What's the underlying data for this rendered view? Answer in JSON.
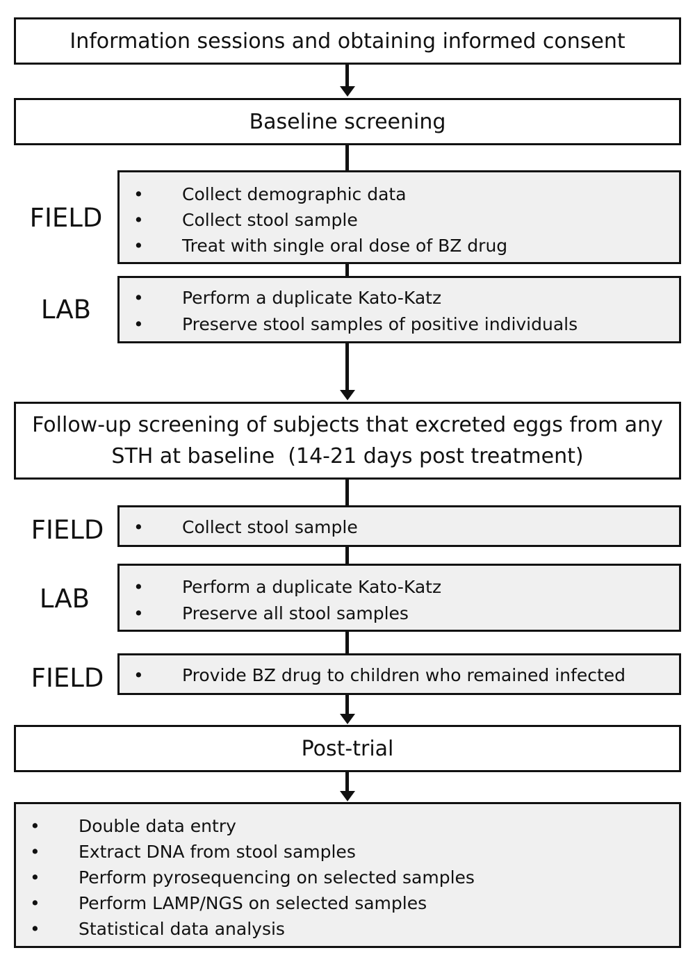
{
  "steps": {
    "consent": "Information sessions and obtaining informed consent",
    "baseline": "Baseline screening",
    "followup_line1": "Follow-up screening of subjects that excreted eggs from any",
    "followup_line2": "STH at baseline  (14-21 days post treatment)",
    "posttrial": "Post-trial"
  },
  "baseline": {
    "field_label": "FIELD",
    "field_items": [
      "Collect demographic data",
      "Collect stool sample",
      "Treat with single oral dose of BZ drug"
    ],
    "lab_label": "LAB",
    "lab_items": [
      "Perform a duplicate Kato-Katz",
      "Preserve stool samples of positive individuals"
    ]
  },
  "followup": {
    "field_label": "FIELD",
    "field_items": [
      "Collect stool sample"
    ],
    "lab_label": "LAB",
    "lab_items": [
      "Perform a duplicate Kato-Katz",
      "Preserve all stool samples"
    ],
    "field2_label": "FIELD",
    "field2_items": [
      "Provide BZ drug to children who remained infected"
    ]
  },
  "posttrial_items": [
    "Double data entry",
    "Extract DNA from stool samples",
    "Perform pyrosequencing on selected samples",
    "Perform LAMP/NGS on selected samples",
    "Statistical data analysis"
  ]
}
